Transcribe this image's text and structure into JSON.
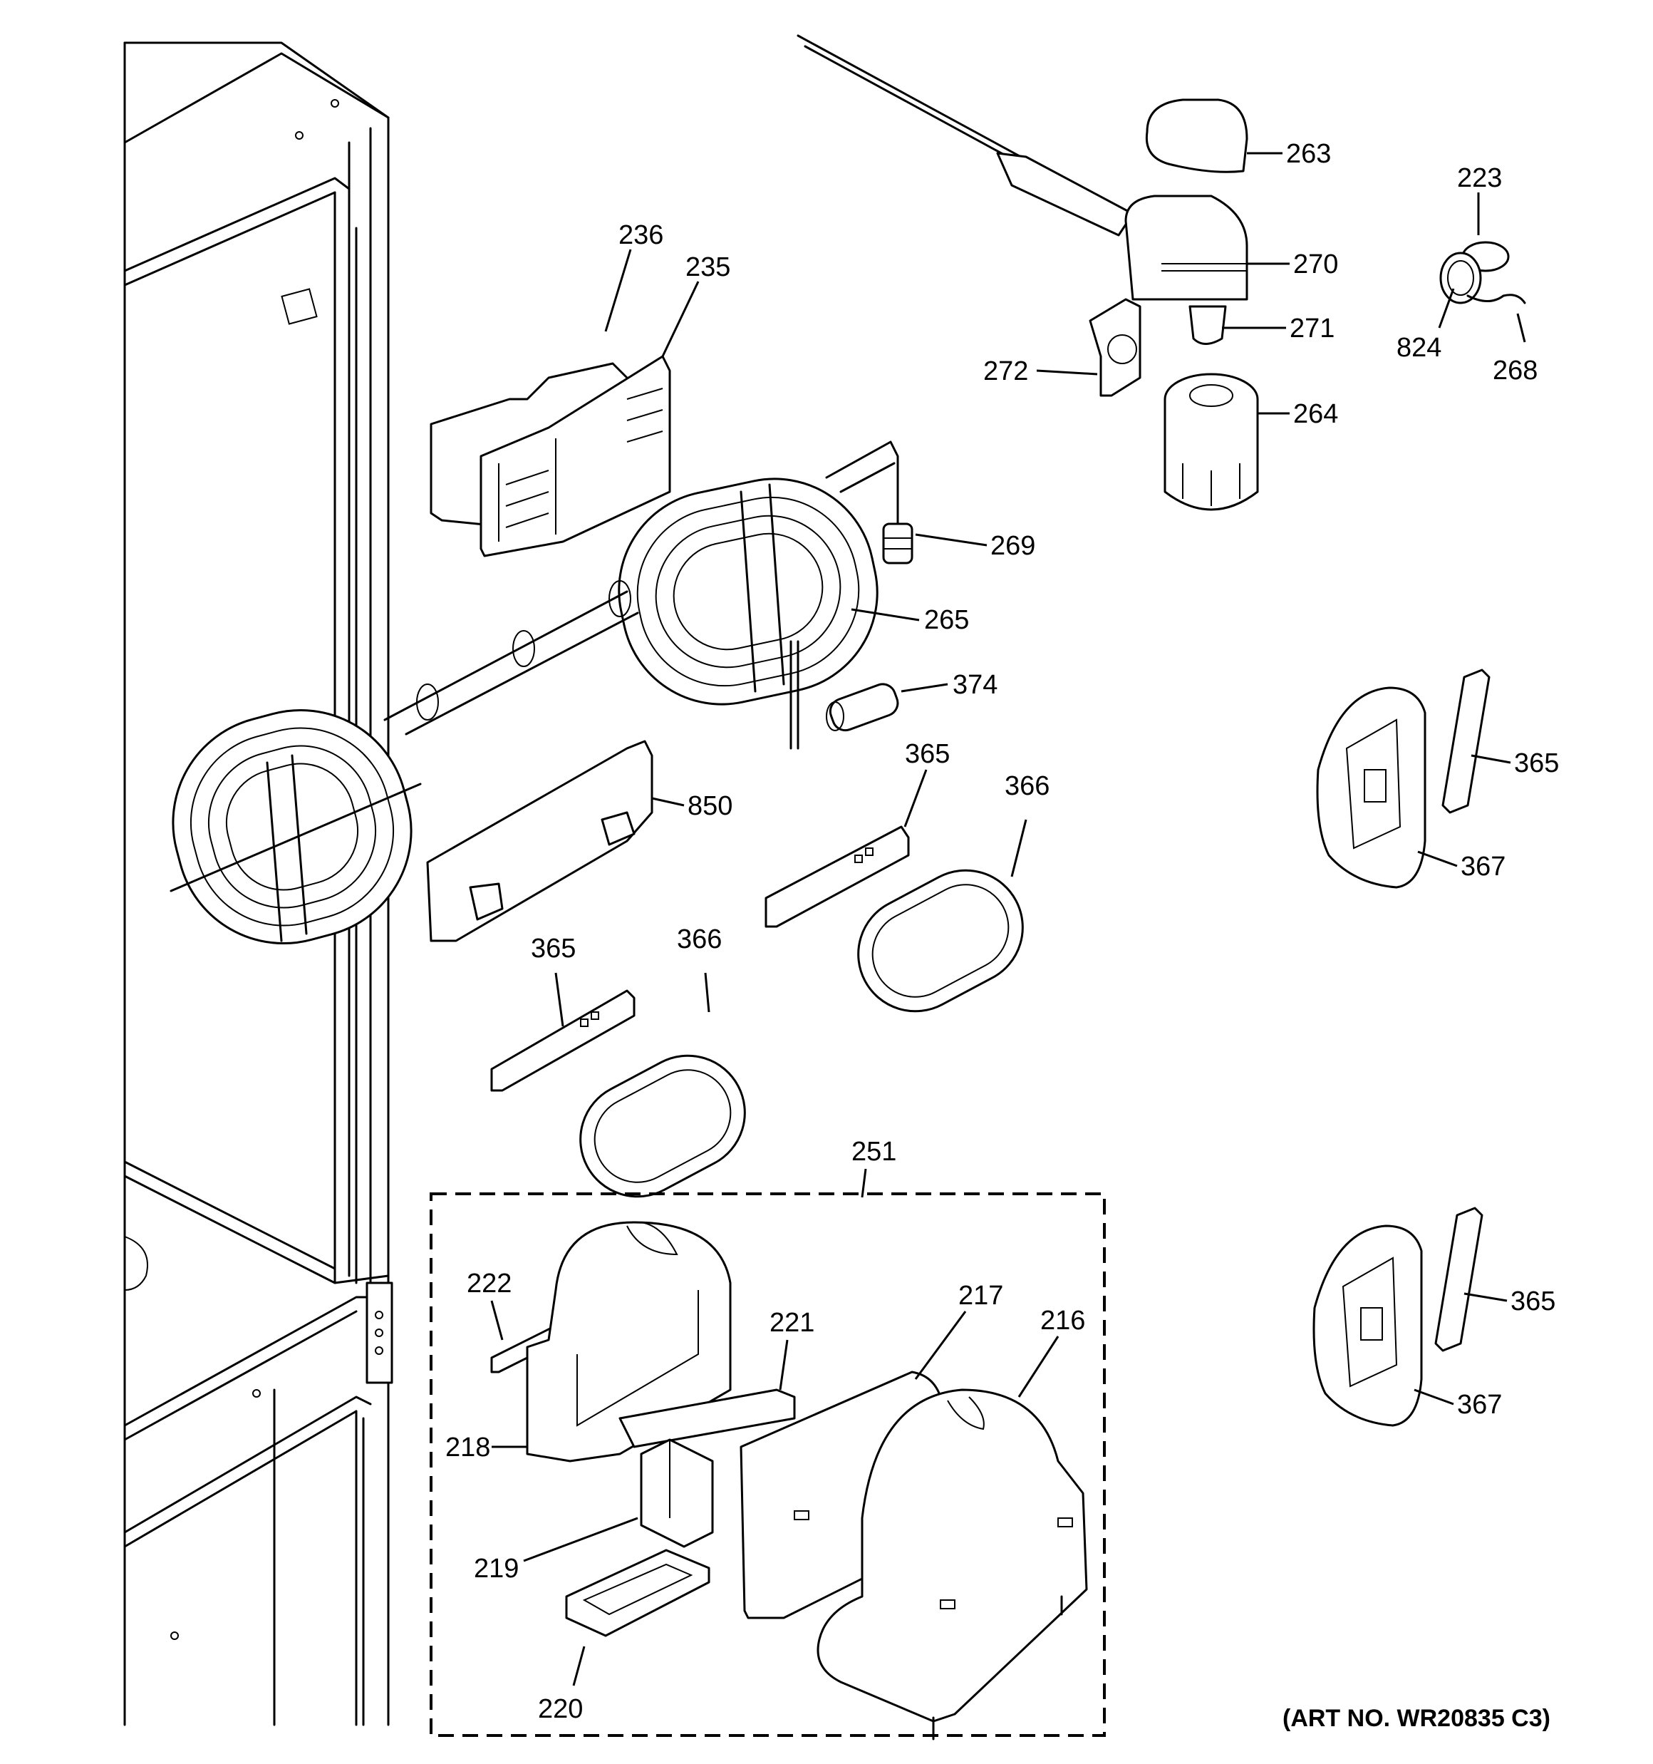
{
  "art_number": "(ART NO. WR20835 C3)",
  "callouts": {
    "c263": "263",
    "c223": "223",
    "c270": "270",
    "c271": "271",
    "c824": "824",
    "c268": "268",
    "c272": "272",
    "c264": "264",
    "c236": "236",
    "c235": "235",
    "c269": "269",
    "c265": "265",
    "c374": "374",
    "c850": "850",
    "c365a": "365",
    "c366a": "366",
    "c365b": "365",
    "c366b": "366",
    "c365c": "365",
    "c367a": "367",
    "c365d": "365",
    "c367b": "367",
    "c251": "251",
    "c222": "222",
    "c221": "221",
    "c217": "217",
    "c216": "216",
    "c218": "218",
    "c219": "219",
    "c220": "220"
  },
  "colors": {
    "line": "#000000",
    "background": "#ffffff"
  }
}
